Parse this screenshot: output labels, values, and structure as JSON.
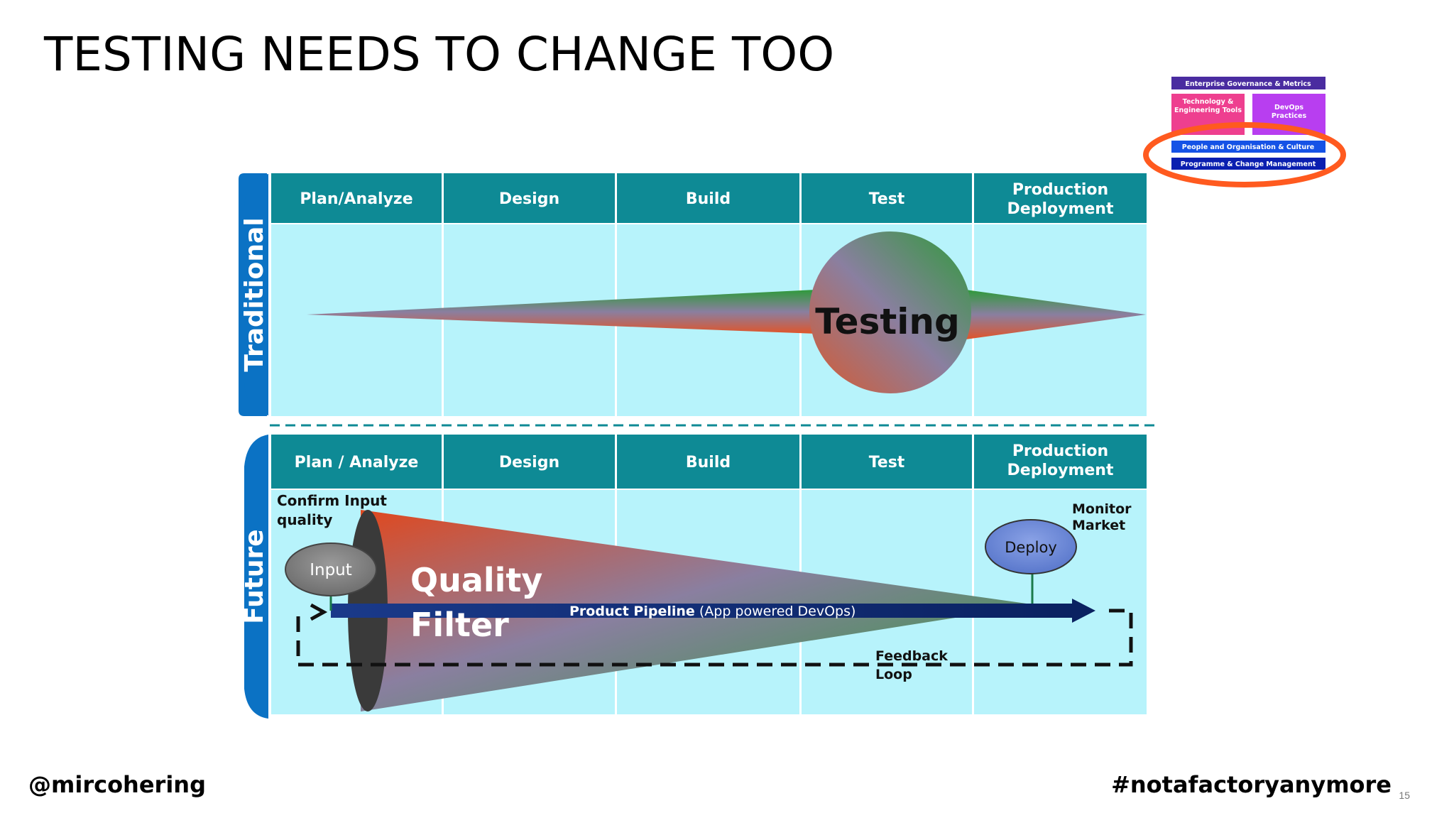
{
  "title": "TESTING NEEDS TO CHANGE TOO",
  "footer": {
    "handle": "@mircohering",
    "hashtag": "#notafactoryanymore",
    "page": "15"
  },
  "framework": {
    "governance": "Enterprise Governance & Metrics",
    "technology": "Technology & Engineering Tools",
    "devops": "DevOps Practices",
    "people": "People and Organisation & Culture",
    "programme": "Programme & Change Management"
  },
  "traditional": {
    "label": "Traditional",
    "phases": [
      "Plan/Analyze",
      "Design",
      "Build",
      "Test",
      "Production Deployment"
    ],
    "testing_label": "Testing"
  },
  "future": {
    "label": "Future",
    "phases": [
      "Plan / Analyze",
      "Design",
      "Build",
      "Test",
      "Production Deployment"
    ],
    "confirm_input": "Confirm Input quality",
    "input": "Input",
    "quality_filter": "Quality Filter",
    "pipeline_bold": "Product Pipeline",
    "pipeline_rest": " (App powered DevOps)",
    "deploy": "Deploy",
    "monitor": "Monitor Market",
    "feedback": "Feedback Loop"
  },
  "colors": {
    "header_teal": "#0E8A95",
    "cell_bg": "#B7F3FB",
    "side_blue": "#0B72C4",
    "highlight_orange": "#FF5A1F",
    "pipeline_navy": "#0A2A6B"
  }
}
